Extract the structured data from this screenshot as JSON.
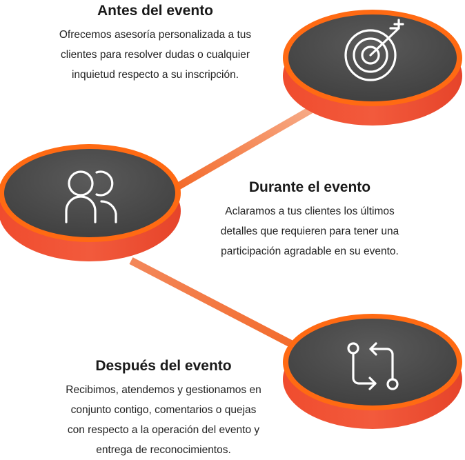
{
  "steps": [
    {
      "title": "Antes del evento",
      "lines": [
        "Ofrecemos asesoría personalizada a tus",
        "clientes para resolver dudas o cualquier",
        "inquietud respecto a su inscripción."
      ],
      "icon": "target-icon"
    },
    {
      "title": "Durante el evento",
      "lines": [
        "Aclaramos a tus clientes los últimos",
        "detalles que requieren para tener una",
        "participación agradable en su evento."
      ],
      "icon": "users-icon"
    },
    {
      "title": "Después del evento",
      "lines": [
        "Recibimos, atendemos y gestionamos en",
        "conjunto contigo, comentarios o quejas",
        "con respecto a la operación del evento y",
        "entrega de reconocimientos."
      ],
      "icon": "git-compare-icon"
    }
  ],
  "colors": {
    "orange": "#ff6a13",
    "orange_dark": "#f04a1c",
    "disc_dark": "#4a4a4a",
    "connector": "#f59a72"
  }
}
